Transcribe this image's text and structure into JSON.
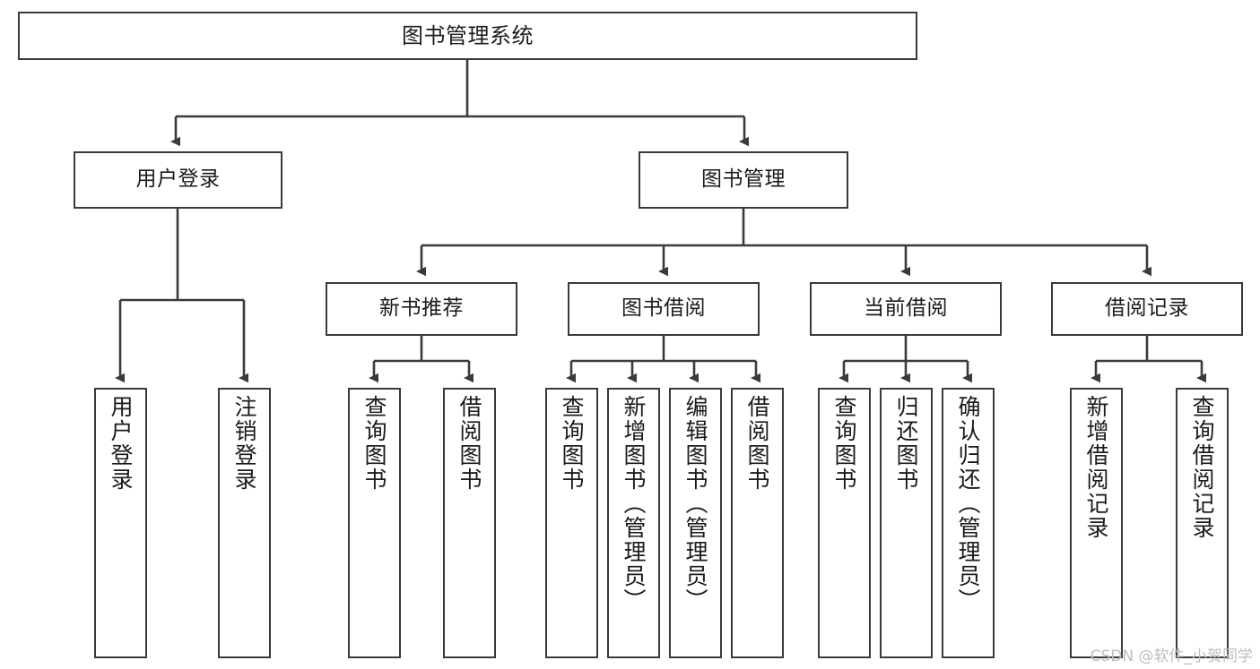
{
  "diagram": {
    "type": "tree-hierarchy-flowchart",
    "title": "图书管理系统",
    "levels": 4,
    "watermark": "CSDN @软件_小贺同学",
    "colors": {
      "box_border": "#3a3a3a",
      "box_fill": "#ffffff",
      "connector": "#3a3a3a",
      "text": "#1b1b1b",
      "watermark": "#bdbdbd"
    },
    "nodes": {
      "root": {
        "id": "root",
        "label": "图书管理系统",
        "orientation": "horizontal"
      },
      "level2": [
        {
          "id": "user-login",
          "label": "用户登录",
          "orientation": "horizontal"
        },
        {
          "id": "book-manage",
          "label": "图书管理",
          "orientation": "horizontal"
        }
      ],
      "level3": [
        {
          "id": "new-book-recommend",
          "label": "新书推荐",
          "orientation": "horizontal",
          "parent": "book-manage"
        },
        {
          "id": "book-borrow",
          "label": "图书借阅",
          "orientation": "horizontal",
          "parent": "book-manage"
        },
        {
          "id": "current-borrow",
          "label": "当前借阅",
          "orientation": "horizontal",
          "parent": "book-manage"
        },
        {
          "id": "borrow-record",
          "label": "借阅记录",
          "orientation": "horizontal",
          "parent": "book-manage"
        }
      ],
      "leaves": [
        {
          "id": "leaf-user-login",
          "label": "用户登录",
          "parent": "user-login",
          "orientation": "vertical"
        },
        {
          "id": "leaf-logout-login",
          "label": "注销登录",
          "parent": "user-login",
          "orientation": "vertical"
        },
        {
          "id": "leaf-query-book-1",
          "label": "查询图书",
          "parent": "new-book-recommend",
          "orientation": "vertical"
        },
        {
          "id": "leaf-borrow-book-1",
          "label": "借阅图书",
          "parent": "new-book-recommend",
          "orientation": "vertical"
        },
        {
          "id": "leaf-query-book-2",
          "label": "查询图书",
          "parent": "book-borrow",
          "orientation": "vertical"
        },
        {
          "id": "leaf-add-book",
          "label": "新增图书（管理员）",
          "parent": "book-borrow",
          "orientation": "vertical"
        },
        {
          "id": "leaf-edit-book",
          "label": "编辑图书（管理员）",
          "parent": "book-borrow",
          "orientation": "vertical"
        },
        {
          "id": "leaf-borrow-book-2",
          "label": "借阅图书",
          "parent": "book-borrow",
          "orientation": "vertical"
        },
        {
          "id": "leaf-query-book-3",
          "label": "查询图书",
          "parent": "current-borrow",
          "orientation": "vertical"
        },
        {
          "id": "leaf-return-book",
          "label": "归还图书",
          "parent": "current-borrow",
          "orientation": "vertical"
        },
        {
          "id": "leaf-confirm-return",
          "label": "确认归还（管理员）",
          "parent": "current-borrow",
          "orientation": "vertical"
        },
        {
          "id": "leaf-add-record",
          "label": "新增借阅记录",
          "parent": "borrow-record",
          "orientation": "vertical"
        },
        {
          "id": "leaf-query-record",
          "label": "查询借阅记录",
          "parent": "borrow-record",
          "orientation": "vertical"
        }
      ]
    }
  }
}
